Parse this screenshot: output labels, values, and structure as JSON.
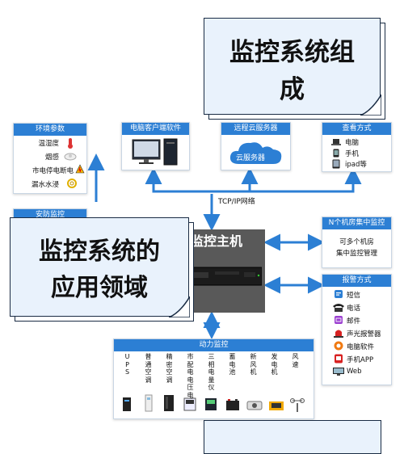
{
  "title_card": {
    "line1": "监控系统组",
    "line2": "成"
  },
  "app_card": {
    "line1": "监控系统的",
    "line2": "应用领域"
  },
  "env_panel": {
    "title": "环境参数",
    "items": [
      {
        "label": "温湿度",
        "icon": "thermometer-icon"
      },
      {
        "label": "烟感",
        "icon": "smoke-detector-icon"
      },
      {
        "label": "市电停电断电",
        "icon": "power-warning-icon"
      },
      {
        "label": "漏水水浸",
        "icon": "water-leak-cable-icon"
      }
    ]
  },
  "security_panel": {
    "title": "安防监控"
  },
  "pc_panel": {
    "title": "电脑客户端软件",
    "icon": "desktop-computer-icon"
  },
  "cloud_panel": {
    "title": "远程云服务器",
    "cloud_label": "云服务器"
  },
  "view_panel": {
    "title": "查看方式",
    "items": [
      {
        "label": "电脑",
        "icon": "laptop-icon"
      },
      {
        "label": "手机",
        "icon": "phone-icon"
      },
      {
        "label": "ipad等",
        "icon": "tablet-icon"
      }
    ]
  },
  "network_label": "TCP/IP网络",
  "host": {
    "title": "监控主机",
    "title_prefix": "",
    "device_icon": "rack-server-icon"
  },
  "multi_room_panel": {
    "title": "N个机房集中监控",
    "line1": "可多个机房",
    "line2": "集中监控管理"
  },
  "alarm_panel": {
    "title": "报警方式",
    "items": [
      {
        "label": "短信",
        "icon": "sms-icon"
      },
      {
        "label": "电话",
        "icon": "telephone-icon"
      },
      {
        "label": "邮件",
        "icon": "mail-icon"
      },
      {
        "label": "声光报警器",
        "icon": "siren-icon"
      },
      {
        "label": "电脑软件",
        "icon": "pc-software-icon"
      },
      {
        "label": "手机APP",
        "icon": "mobile-app-icon"
      },
      {
        "label": "Web",
        "icon": "web-monitor-icon"
      }
    ]
  },
  "power_panel": {
    "title": "动力监控",
    "columns": [
      "UPS",
      "普通空调",
      "精密空调",
      "市配电电压电流",
      "三相电量仪",
      "蓄电池",
      "新风机",
      "发电机",
      "风速"
    ]
  },
  "colors": {
    "accent": "#2c7fd4",
    "card_fill": "#e9f2fc",
    "card_border": "#1a2c44",
    "host_bg": "#595959"
  }
}
